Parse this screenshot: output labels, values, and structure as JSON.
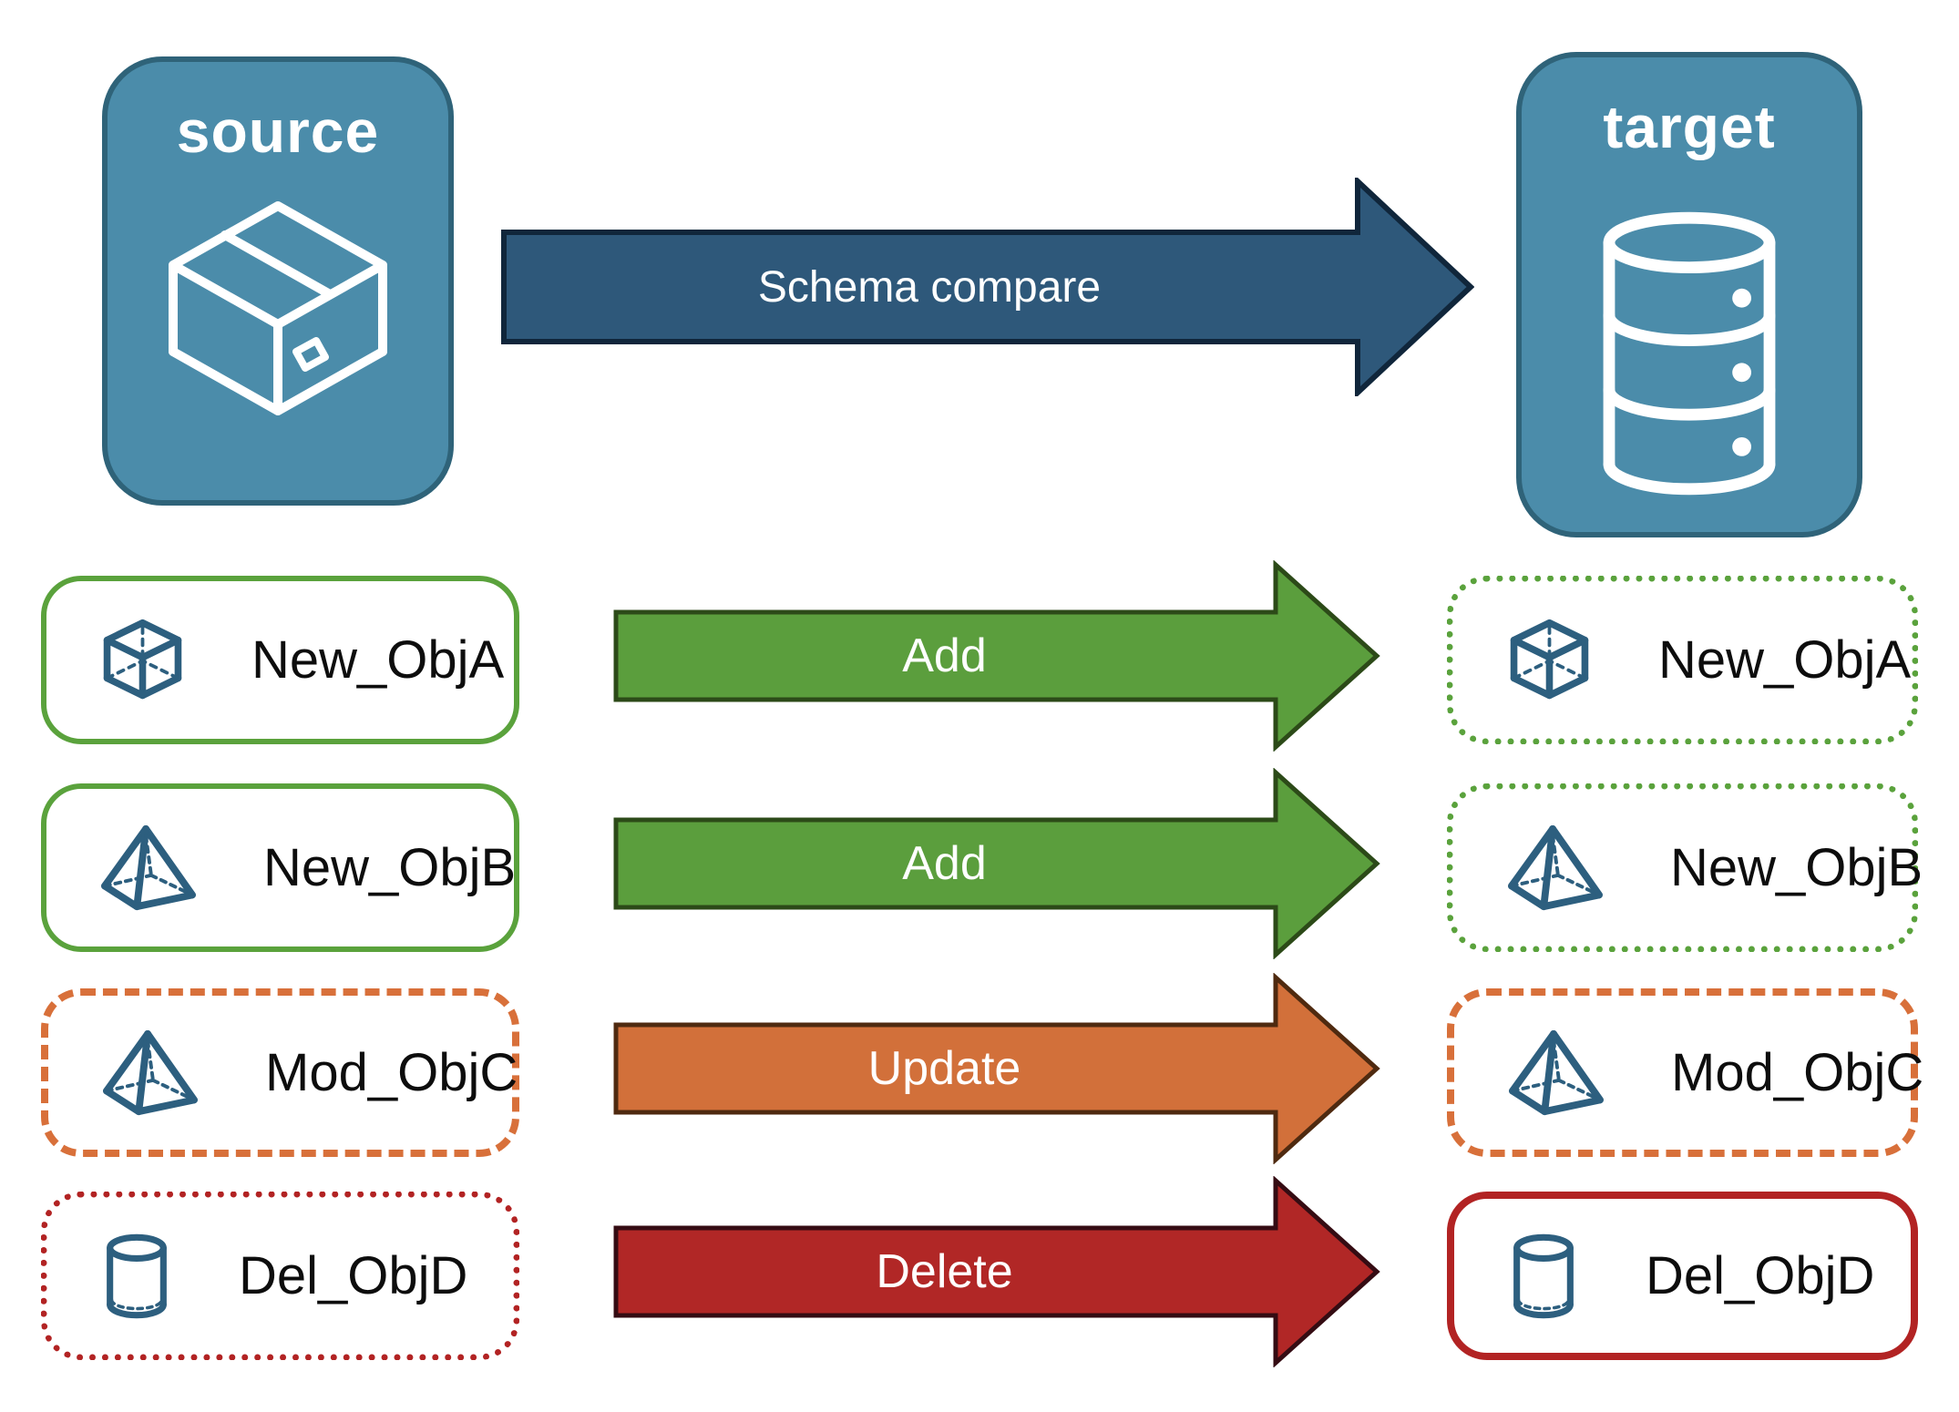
{
  "diagram": {
    "source": {
      "label": "source",
      "icon": "package-box-icon"
    },
    "target": {
      "label": "target",
      "icon": "database-icon"
    },
    "compare_arrow": {
      "label": "Schema compare"
    },
    "rows": [
      {
        "source_object": "New_ObjA",
        "action": "Add",
        "target_object": "New_ObjA",
        "icon": "cube-icon",
        "source_style": "solid-green",
        "target_style": "dotted-green"
      },
      {
        "source_object": "New_ObjB",
        "action": "Add",
        "target_object": "New_ObjB",
        "icon": "pyramid-icon",
        "source_style": "solid-green",
        "target_style": "dotted-green"
      },
      {
        "source_object": "Mod_ObjC",
        "action": "Update",
        "target_object": "Mod_ObjC",
        "icon": "pyramid-icon",
        "source_style": "dashed-orange",
        "target_style": "dashed-orange"
      },
      {
        "source_object": "Del_ObjD",
        "action": "Delete",
        "target_object": "Del_ObjD",
        "icon": "cylinder-icon",
        "source_style": "dotted-red",
        "target_style": "solid-red"
      }
    ],
    "colors": {
      "panel_blue": "#4b8caa",
      "panel_border": "#2f6379",
      "compare_arrow_fill": "#2e587a",
      "add_green": "#5b9e3d",
      "update_orange": "#d2703a",
      "delete_red": "#b12726",
      "green_border": "#5aa23c",
      "orange_border": "#d8703a",
      "red_border": "#b22323",
      "object_icon_blue": "#2d5f7f"
    }
  }
}
